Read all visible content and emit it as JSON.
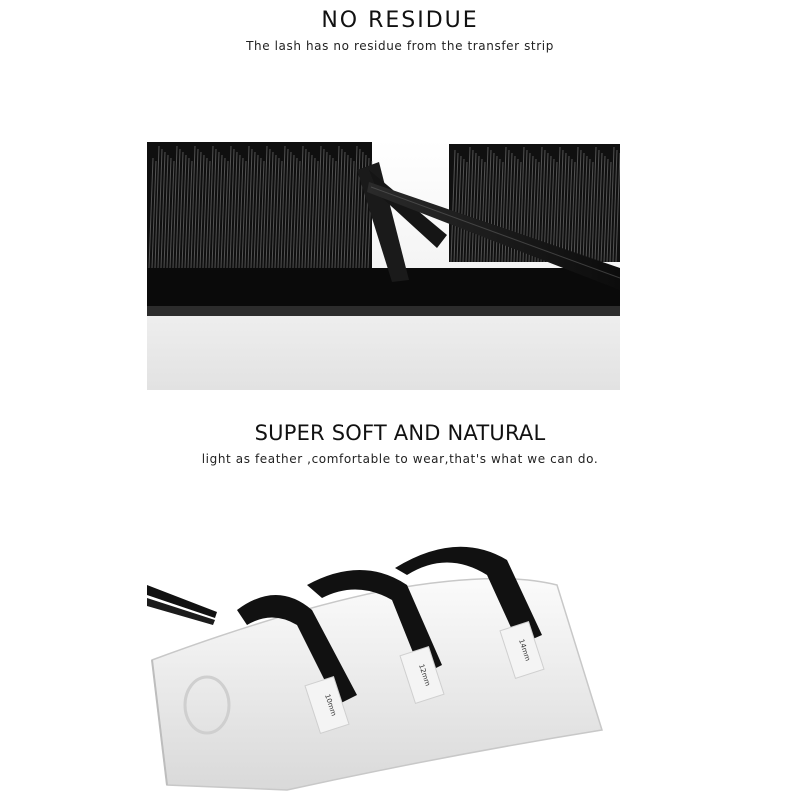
{
  "section1": {
    "title": "NO RESIDUE",
    "subtitle": "The lash has no residue from the transfer strip"
  },
  "section2": {
    "title": "SUPER SOFT AND NATURAL",
    "subtitle": "light as feather ,comfortable to wear,that's what we can do."
  },
  "tiles": [
    {
      "length_label": "10mm"
    },
    {
      "length_label": "12mm"
    },
    {
      "length_label": "14mm"
    }
  ]
}
